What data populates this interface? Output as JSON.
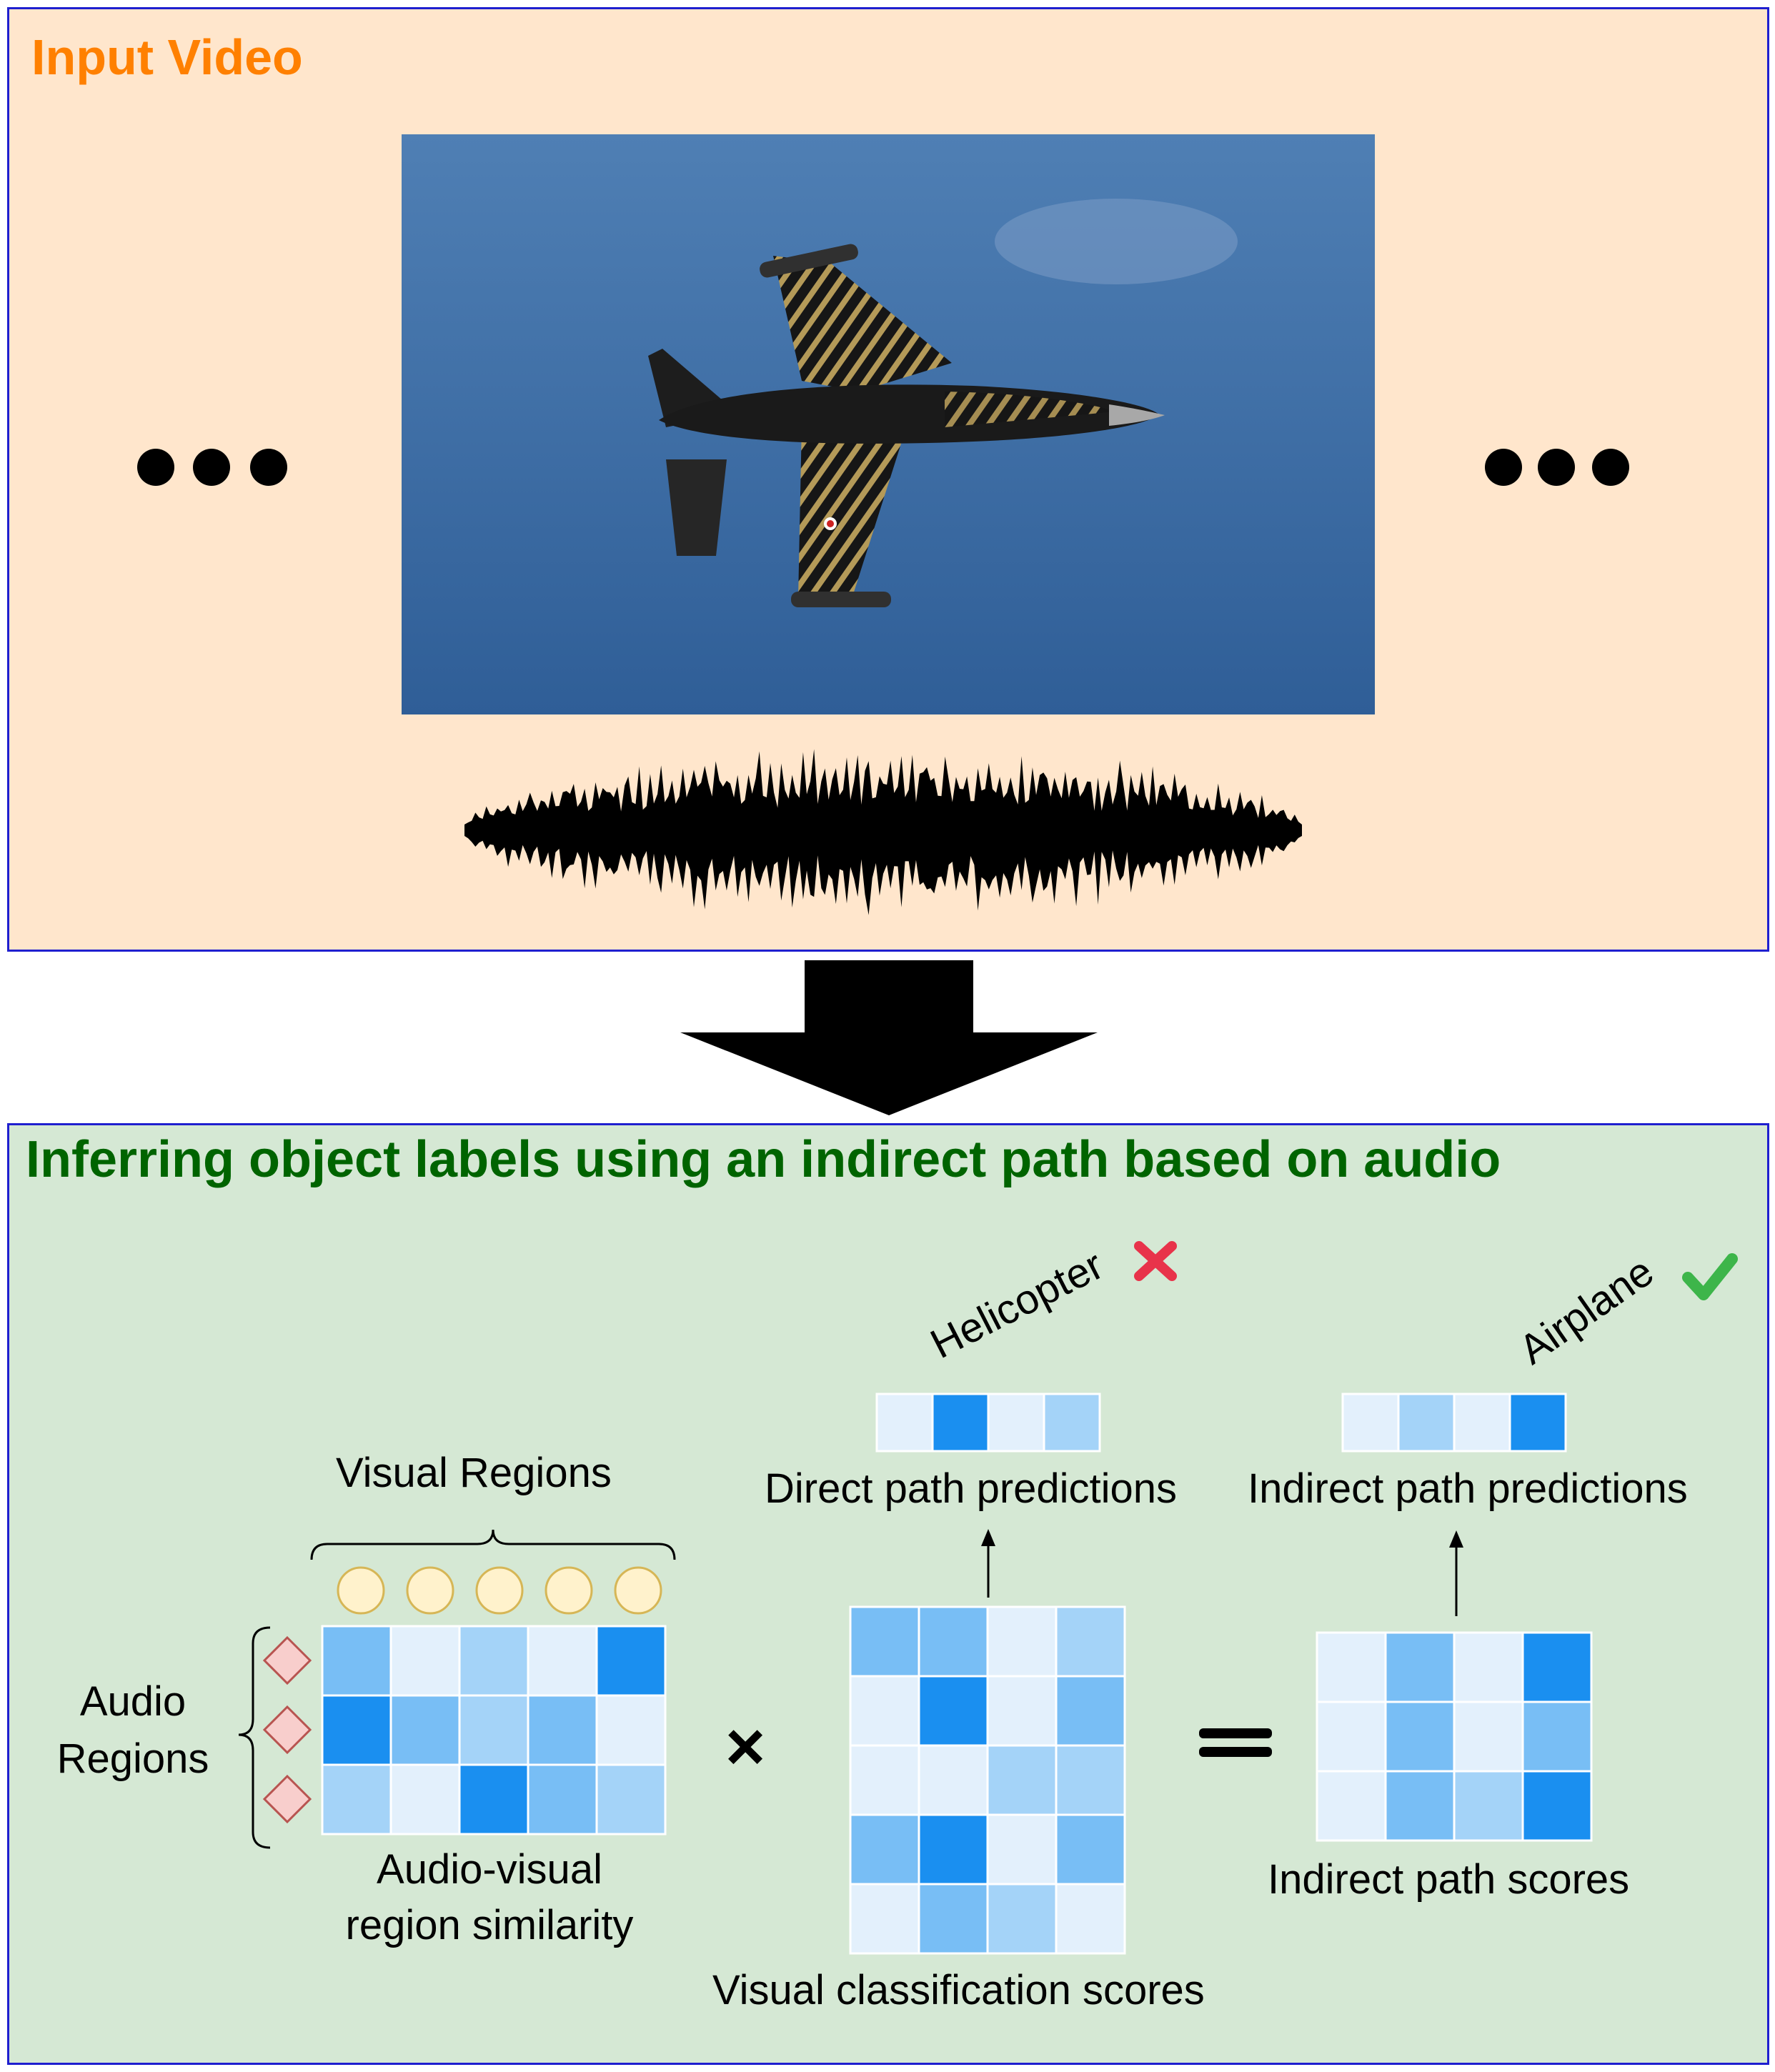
{
  "input_panel": {
    "title": "Input Video"
  },
  "main_panel": {
    "title": "Inferring object labels using an indirect path based on audio"
  },
  "labels": {
    "visual_regions": "Visual Regions",
    "audio_regions": "Audio\nRegions",
    "av_similarity": "Audio-visual\nregion similarity",
    "visual_scores": "Visual classification scores",
    "indirect_scores": "Indirect path scores",
    "direct_predictions": "Direct path predictions",
    "indirect_predictions": "Indirect path predictions",
    "direct_class": "Helicopter",
    "indirect_class": "Airplane"
  },
  "operators": {
    "multiply": "×",
    "equals": "="
  },
  "icons": {
    "wrong": "cross-icon",
    "correct": "check-icon",
    "audio_region": "diamond-icon",
    "visual_region": "circle-icon"
  },
  "colors": {
    "orange_title": "#ff8000",
    "green_title": "#006400",
    "cross": "#e8334a",
    "check": "#3db54a",
    "scale": [
      "#e3f0fc",
      "#a4d3f8",
      "#78bef5",
      "#1a8ff0"
    ]
  },
  "matrices": {
    "av_similarity": [
      [
        2,
        0,
        1,
        0,
        3
      ],
      [
        3,
        2,
        1,
        2,
        0
      ],
      [
        1,
        0,
        3,
        2,
        1
      ]
    ],
    "visual_scores": [
      [
        2,
        2,
        0,
        1
      ],
      [
        0,
        3,
        0,
        2
      ],
      [
        0,
        0,
        1,
        1
      ],
      [
        2,
        3,
        0,
        2
      ],
      [
        0,
        2,
        1,
        0
      ]
    ],
    "indirect_scores": [
      [
        0,
        2,
        0,
        3
      ],
      [
        0,
        2,
        0,
        2
      ],
      [
        0,
        2,
        1,
        3
      ]
    ],
    "direct_predictions": [
      0,
      3,
      0,
      1
    ],
    "indirect_predictions": [
      0,
      1,
      0,
      3
    ]
  }
}
